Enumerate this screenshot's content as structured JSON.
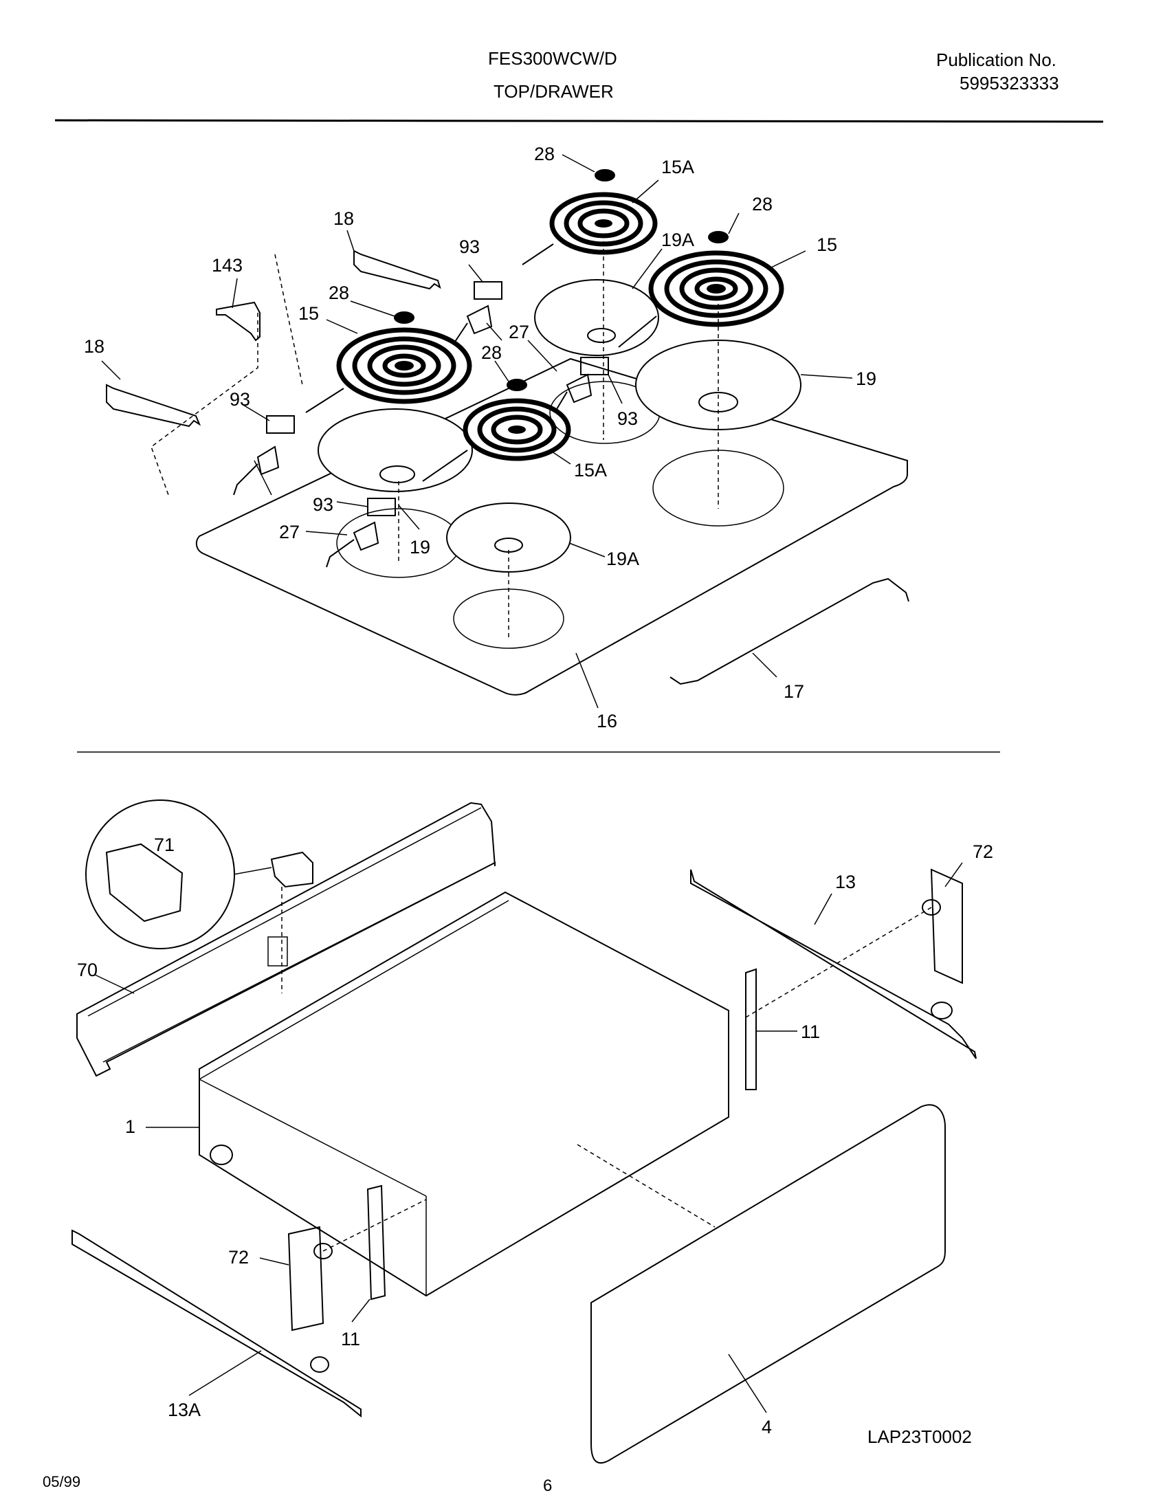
{
  "header": {
    "model": "FES300WCW/D",
    "section": "TOP/DRAWER",
    "publication_label": "Publication No.",
    "publication_number": "5995323333"
  },
  "footer": {
    "date": "05/99",
    "page": "6",
    "drawing_code": "LAP23T0002"
  },
  "callouts": {
    "c28a": "28",
    "c15Aa": "15A",
    "c28b": "28",
    "c15a": "15",
    "c19Aa": "19A",
    "c18a": "18",
    "c93a": "93",
    "c143": "143",
    "c28c": "28",
    "c15b": "15",
    "c27a": "27",
    "c28d": "28",
    "c18b": "18",
    "c93b": "93",
    "c19a": "19",
    "c93c": "93",
    "c15Ab": "15A",
    "c93d": "93",
    "c27b": "27",
    "c19b": "19",
    "c19Ab": "19A",
    "c17": "17",
    "c16": "16",
    "c71": "71",
    "c72a": "72",
    "c13": "13",
    "c70": "70",
    "c11a": "11",
    "c1": "1",
    "c72b": "72",
    "c11b": "11",
    "c13A": "13A",
    "c4": "4"
  }
}
